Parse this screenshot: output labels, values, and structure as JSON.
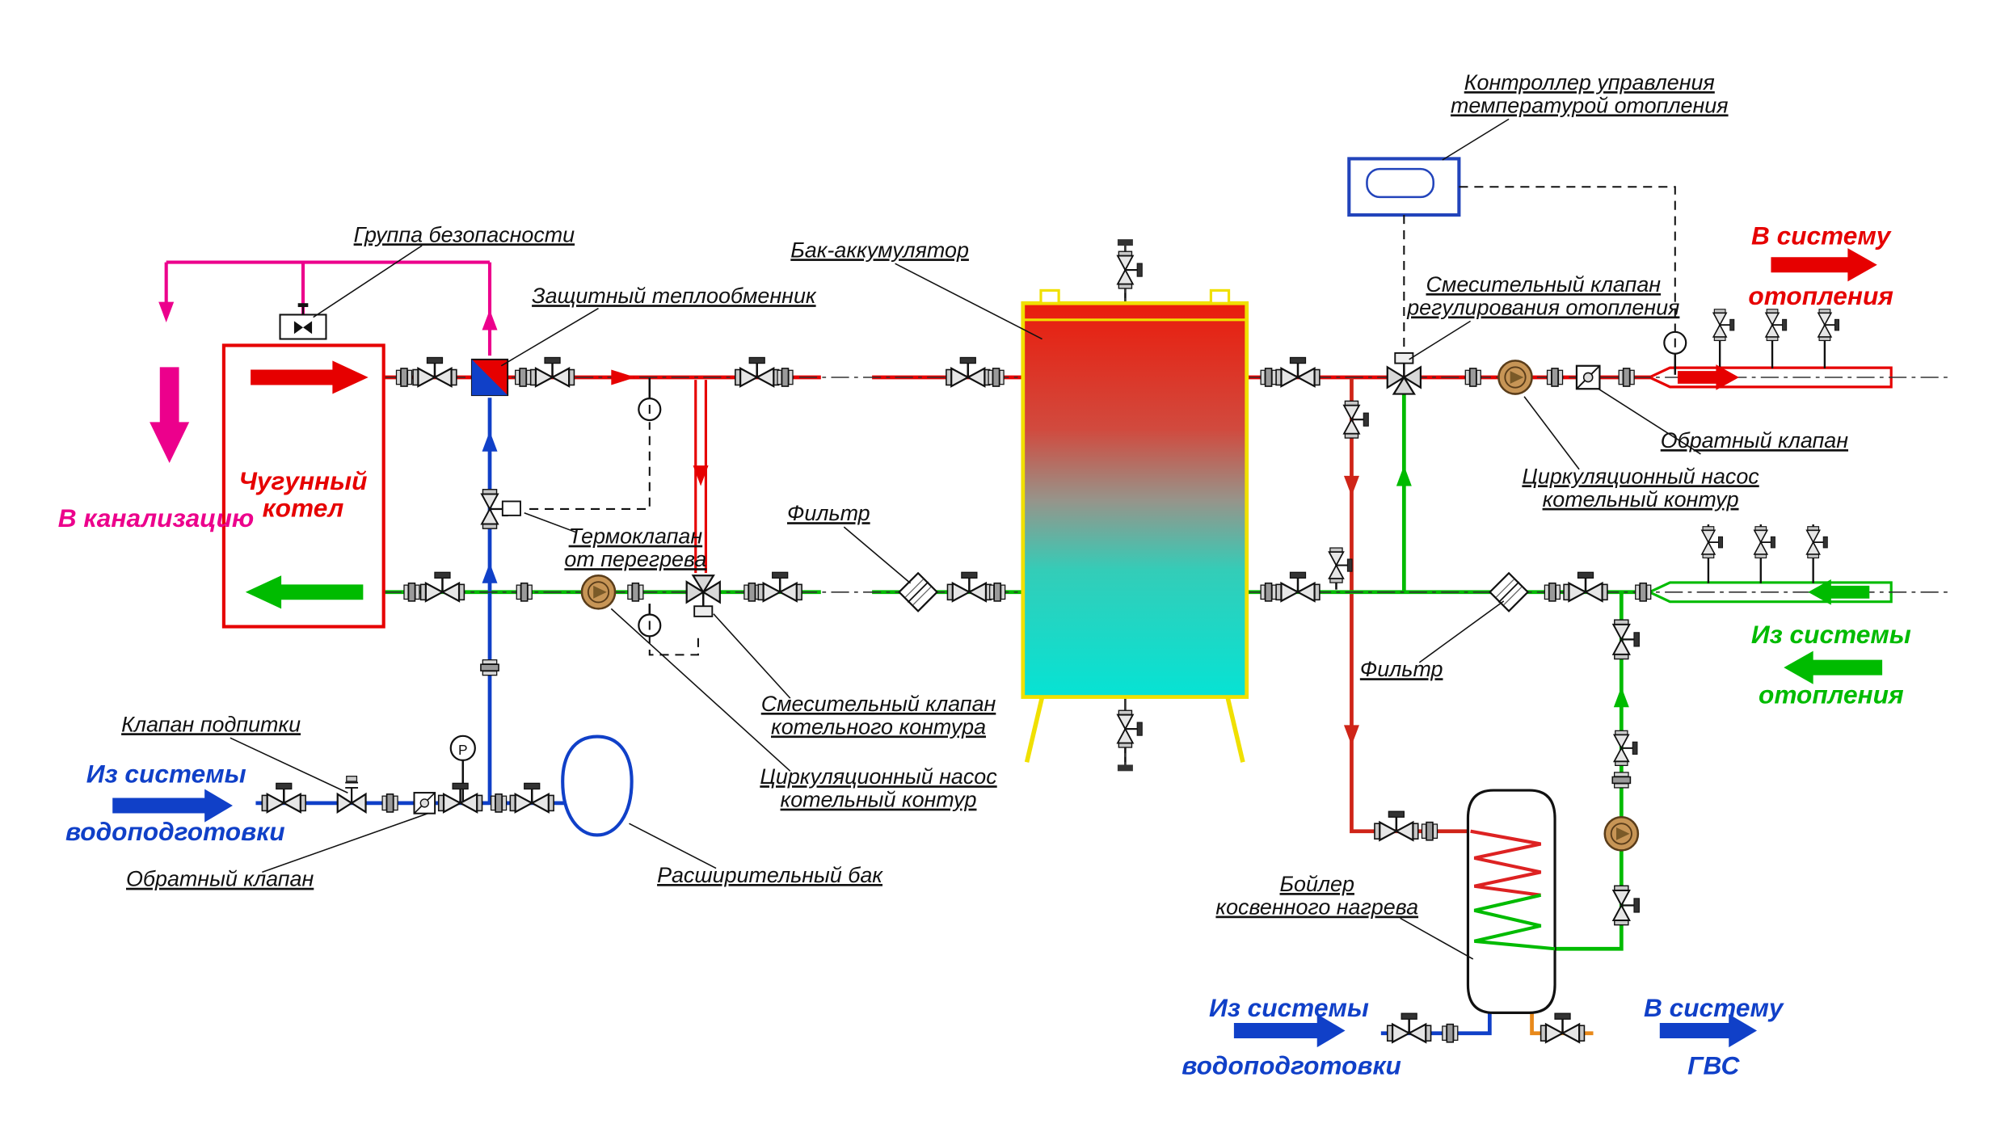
{
  "labels": {
    "safety_group": "Группа безопасности",
    "to_sewer": "В канализацию",
    "boiler_l1": "Чугунный",
    "boiler_l2": "котел",
    "protective_hx": "Защитный теплообменник",
    "thermo_l1": "Термоклапан",
    "thermo_l2": "от перегрева",
    "filter_left": "Фильтр",
    "accumulator": "Бак-аккумулятор",
    "controller_l1": "Контроллер управления",
    "controller_l2": "температурой отопления",
    "to_heating_l1": "В систему",
    "to_heating_l2": "отопления",
    "mix_heating_l1": "Смесительный клапан",
    "mix_heating_l2": "регулирования отопления",
    "check_right": "Обратный клапан",
    "pump_right_l1": "Циркуляционный насос",
    "pump_right_l2": "котельный контур",
    "filter_right": "Фильтр",
    "from_heating_l1": "Из системы",
    "from_heating_l2": "отопления",
    "mix_boiler_l1": "Смесительный клапан",
    "mix_boiler_l2": "котельного контура",
    "pump_left_l1": "Циркуляционный насос",
    "pump_left_l2": "котельный контур",
    "makeup_valve": "Клапан подпитки",
    "from_water_l1": "Из системы",
    "from_water_l2": "водоподготовки",
    "check_left": "Обратный клапан",
    "expansion_tank": "Расширительный бак",
    "dhw_boiler_l1": "Бойлер",
    "dhw_boiler_l2": "косвенного нагрева",
    "from_water2_l1": "Из системы",
    "from_water2_l2": "водоподготовки",
    "to_dhw_l1": "В систему",
    "to_dhw_l2": "ГВС",
    "pressure_gauge": "P"
  },
  "colors": {
    "supply_pipe": "#e60000",
    "return_pipe": "#00bb00",
    "cold_water_pipe": "#1040c8",
    "sewer_pipe": "#ec008c",
    "tank_outline": "#f0e000",
    "dhw_out_pipe": "#e8891a",
    "pump_body": "#c79556",
    "controller_box": "#2244bb"
  }
}
